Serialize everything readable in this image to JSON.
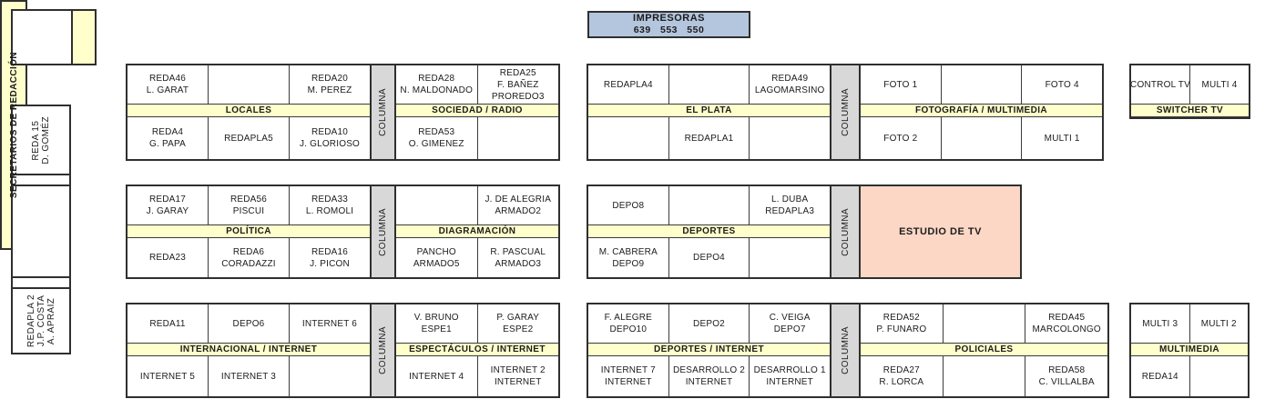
{
  "colors": {
    "header_band": "#FFFFCC",
    "pillar_gray": "#D8D8D8",
    "printers_blue": "#B4C6DE",
    "tv_studio_pink": "#FCD7C6",
    "border": "#2F2F2F"
  },
  "impresoras": {
    "title": "IMPRESORAS",
    "numbers": "639   553   550"
  },
  "columna_label": "COLUMNA",
  "estudio_label": "ESTUDIO DE TV",
  "left_wall": {
    "secretarios_label": "SECRETARIOS DE REDACCIÓN",
    "top_desk_lines": [
      "REDA 15",
      "D. GOMÉZ"
    ],
    "bottom_desk_lines": [
      "REDAPLA 2",
      "J.P. COSTA",
      "A. APRAIZ"
    ]
  },
  "groups": [
    {
      "id": "locales",
      "header": "LOCALES",
      "top": [
        [
          "REDA46",
          "L. GARAT"
        ],
        [],
        [
          "REDA20",
          "M. PEREZ"
        ]
      ],
      "bottom": [
        [
          "REDA4",
          "G. PAPA"
        ],
        [
          "REDAPLA5"
        ],
        [
          "REDA10",
          "J. GLORIOSO"
        ]
      ]
    },
    {
      "id": "sociedad_radio",
      "header": "SOCIEDAD / RADIO",
      "top": [
        [
          "REDA28",
          "N. MALDONADO"
        ],
        [
          "REDA25",
          "F. BAÑEZ",
          "PROREDO3"
        ]
      ],
      "bottom": [
        [
          "REDA53",
          "O. GIMENEZ"
        ],
        []
      ]
    },
    {
      "id": "el_plata",
      "header": "EL PLATA",
      "top": [
        [
          "REDAPLA4"
        ],
        [],
        [
          "REDA49",
          "LAGOMARSINO"
        ]
      ],
      "bottom": [
        [],
        [
          "REDAPLA1"
        ],
        []
      ]
    },
    {
      "id": "fotografia_multimedia",
      "header": "FOTOGRAFÍA / MULTIMEDIA",
      "top": [
        [
          "FOTO 1"
        ],
        [],
        [
          "FOTO 4"
        ]
      ],
      "bottom": [
        [
          "FOTO 2"
        ],
        [],
        [
          "MULTI 1"
        ]
      ]
    },
    {
      "id": "switcher_tv",
      "header": "SWITCHER TV",
      "top": [
        [
          "CONTROL TV"
        ],
        [
          "MULTI 4"
        ]
      ]
    },
    {
      "id": "politica",
      "header": "POLÍTICA",
      "top": [
        [
          "REDA17",
          "J. GARAY"
        ],
        [
          "REDA56",
          "PISCUI"
        ],
        [
          "REDA33",
          "L. ROMOLI"
        ]
      ],
      "bottom": [
        [
          "REDA23"
        ],
        [
          "REDA6",
          "CORADAZZI"
        ],
        [
          "REDA16",
          "J. PICON"
        ]
      ]
    },
    {
      "id": "diagramacion",
      "header": "DIAGRAMACIÓN",
      "top": [
        [],
        [
          "J. DE ALEGRIA",
          "ARMADO2"
        ]
      ],
      "bottom": [
        [
          "PANCHO",
          "ARMADO5"
        ],
        [
          "R. PASCUAL",
          "ARMADO3"
        ]
      ]
    },
    {
      "id": "deportes",
      "header": "DEPORTES",
      "top": [
        [
          "DEPO8"
        ],
        [],
        [
          "L. DUBA",
          "REDAPLA3"
        ]
      ],
      "bottom": [
        [
          "M. CABRERA",
          "DEPO9"
        ],
        [
          "DEPO4"
        ],
        []
      ]
    },
    {
      "id": "internacional_internet",
      "header": "INTERNACIONAL / INTERNET",
      "top": [
        [
          "REDA11"
        ],
        [
          "DEPO6"
        ],
        [
          "INTERNET 6"
        ]
      ],
      "bottom": [
        [
          "INTERNET 5"
        ],
        [
          "INTERNET 3"
        ],
        []
      ]
    },
    {
      "id": "espectaculos_internet",
      "header": "ESPECTÁCULOS / INTERNET",
      "top": [
        [
          "V. BRUNO",
          "ESPE1"
        ],
        [
          "P. GARAY",
          "ESPE2"
        ]
      ],
      "bottom": [
        [
          "INTERNET 4"
        ],
        [
          "INTERNET 2",
          "INTERNET"
        ]
      ]
    },
    {
      "id": "deportes_internet",
      "header": "DEPORTES / INTERNET",
      "top": [
        [
          "F. ALEGRE",
          "DEPO10"
        ],
        [
          "DEPO2"
        ],
        [
          "C. VEIGA",
          "DEPO7"
        ]
      ],
      "bottom": [
        [
          "INTERNET 7",
          "INTERNET"
        ],
        [
          "DESARROLLO 2",
          "INTERNET"
        ],
        [
          "DESARROLLO 1",
          "INTERNET"
        ]
      ]
    },
    {
      "id": "policiales",
      "header": "POLICIALES",
      "top": [
        [
          "REDA52",
          "P. FUNARO"
        ],
        [],
        [
          "REDA45",
          "MARCOLONGO"
        ]
      ],
      "bottom": [
        [
          "REDA27",
          "R. LORCA"
        ],
        [],
        [
          "REDA58",
          "C. VILLALBA"
        ]
      ]
    },
    {
      "id": "multimedia",
      "header": "MULTIMEDIA",
      "top": [
        [
          "MULTI 3"
        ],
        [
          "MULTI 2"
        ]
      ],
      "bottom": [
        [
          "REDA14"
        ],
        []
      ]
    }
  ]
}
